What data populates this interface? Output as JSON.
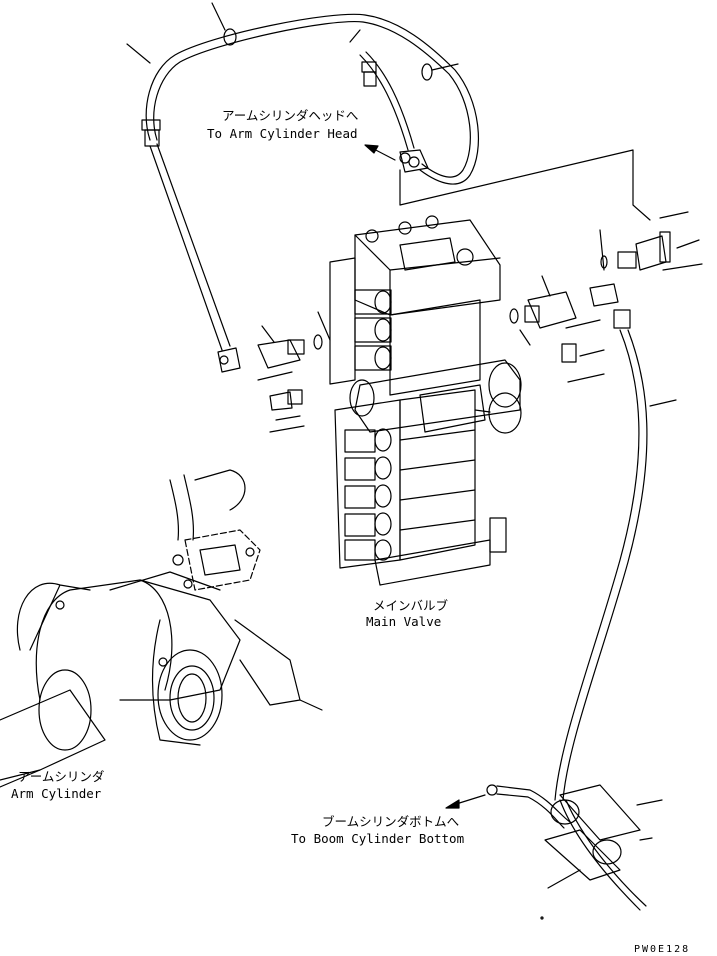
{
  "labels": {
    "arm_head_jp": "アームシリンダヘッドへ",
    "arm_head_en": "To Arm Cylinder Head",
    "main_valve_jp": "メインバルブ",
    "main_valve_en": "Main Valve",
    "arm_cyl_jp": "アームシリンダ",
    "arm_cyl_en": "Arm Cylinder",
    "boom_bottom_jp": "ブームシリンダボトムへ",
    "boom_bottom_en": "To Boom Cylinder Bottom"
  },
  "drawing_code": "PW0E128"
}
